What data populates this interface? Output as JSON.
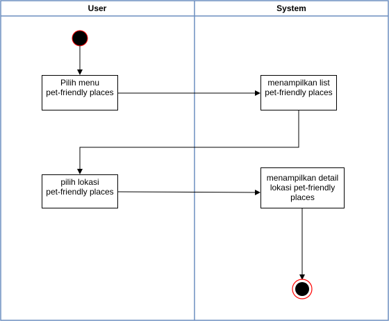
{
  "swimlanes": [
    {
      "label": "User"
    },
    {
      "label": "System"
    }
  ],
  "nodes": {
    "pilih_menu": {
      "lines": [
        "Pilih menu",
        "pet-friendly places"
      ]
    },
    "menampilkan_list": {
      "lines": [
        "menampilkan list",
        "pet-friendly places"
      ]
    },
    "pilih_lokasi": {
      "lines": [
        "pilih lokasi",
        "pet-friendly places"
      ]
    },
    "menampilkan_detail": {
      "lines": [
        "menampilkan detail",
        "lokasi pet-friendly",
        "places"
      ]
    }
  },
  "colors": {
    "lane_border": "#6c8ebf",
    "header_fill": "#ffffff",
    "node_border": "#000000",
    "start_node_fill": "#000000",
    "start_node_stroke": "#ff0000",
    "end_node_fill": "#000000",
    "end_node_ring": "#ff0000",
    "arrow": "#000000"
  }
}
